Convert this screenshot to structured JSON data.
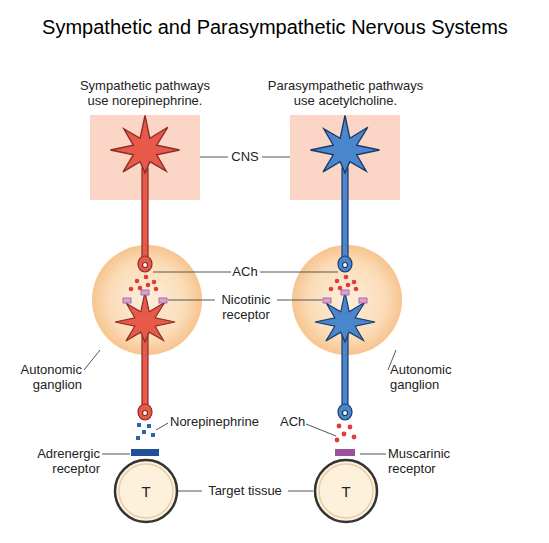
{
  "diagram": {
    "title": "Sympathetic and Parasympathetic Nervous Systems",
    "nodes": [
      {
        "text": [
          "T"
        ]
      },
      {
        "text": [
          "T"
        ]
      }
    ],
    "labels": [
      "Sympathetic pathways use norepinephrine.",
      "Parasympathetic pathways use acetylcholine.",
      "CNS",
      "ACh",
      "Nicotinic receptor",
      "Autonomic ganglion",
      "Autonomic ganglion",
      "Norepinephrine",
      "ACh",
      "Adrenergic receptor",
      "Muscarinic receptor",
      "Target tissue"
    ]
  }
}
